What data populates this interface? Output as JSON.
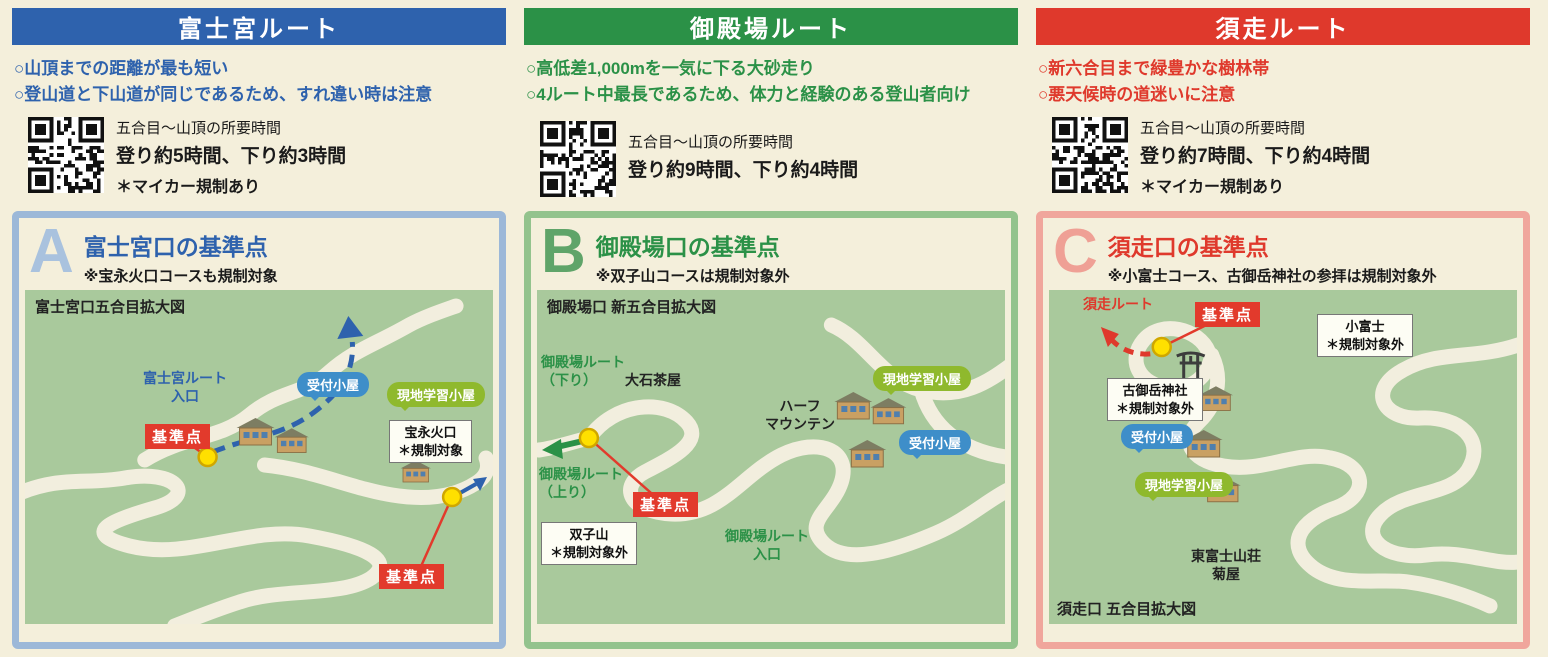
{
  "colors": {
    "fujinomiya_blue": "#2e62ad",
    "gotemba_green": "#2b9147",
    "subashiri_red": "#df392c",
    "map_green": "#a9c99c",
    "checkpoint_red": "#e23a2c",
    "reception_bubble_blue": "#3e8ec9",
    "learning_bubble_green": "#8fb92d",
    "marker_yellow": "#ffe000"
  },
  "columns": [
    {
      "header": {
        "label": "富士宮ルート"
      },
      "bullets": [
        "○山頂までの距離が最も短い",
        "○登山道と下山道が同じであるため、すれ違い時は注意"
      ],
      "qr": {
        "line1": "五合目〜山頂の所要時間",
        "line2": "登り約5時間、下り約3時間",
        "note": "＊マイカー規制あり"
      },
      "panel": {
        "letter": "A",
        "title": "富士宮口の基準点",
        "subtitle": "※宝永火口コースも規制対象",
        "map": {
          "caption": "富士宮口五合目拡大図",
          "route_entrance": "富士宮ルート\n入口",
          "reception_hut": "受付小屋",
          "learning_hut": "現地学習小屋",
          "checkpoint_1": "基準点",
          "hoei_crater": "宝永火口\n＊規制対象",
          "checkpoint_2": "基準点"
        }
      }
    },
    {
      "header": {
        "label": "御殿場ルート"
      },
      "bullets": [
        "○高低差1,000mを一気に下る大砂走り",
        "○4ルート中最長であるため、体力と経験のある登山者向け"
      ],
      "qr": {
        "line1": "五合目〜山頂の所要時間",
        "line2": "登り約9時間、下り約4時間"
      },
      "panel": {
        "letter": "B",
        "title": "御殿場口の基準点",
        "subtitle": "※双子山コースは規制対象外",
        "map": {
          "caption": "御殿場口 新五合目拡大図",
          "route_down": "御殿場ルート\n（下り）",
          "oishi_teahouse": "大石茶屋",
          "half_mountain": "ハーフ\nマウンテン",
          "learning_hut": "現地学習小屋",
          "reception_hut": "受付小屋",
          "route_up": "御殿場ルート\n（上り）",
          "checkpoint": "基準点",
          "futagoyama": "双子山\n＊規制対象外",
          "route_entrance": "御殿場ルート\n入口"
        }
      }
    },
    {
      "header": {
        "label": "須走ルート"
      },
      "bullets": [
        "○新六合目まで緑豊かな樹林帯",
        "○悪天候時の道迷いに注意"
      ],
      "qr": {
        "line1": "五合目〜山頂の所要時間",
        "line2": "登り約7時間、下り約4時間",
        "note": "＊マイカー規制あり"
      },
      "panel": {
        "letter": "C",
        "title": "須走口の基準点",
        "subtitle": "※小富士コース、古御岳神社の参拝は規制対象外",
        "map": {
          "caption": "須走口 五合目拡大図",
          "route_label": "須走ルート",
          "checkpoint": "基準点",
          "kofuji": "小富士\n＊規制対象外",
          "shrine": "古御岳神社\n＊規制対象外",
          "reception_hut": "受付小屋",
          "learning_hut": "現地学習小屋",
          "lodge": "東富士山荘\n菊屋"
        }
      }
    }
  ]
}
